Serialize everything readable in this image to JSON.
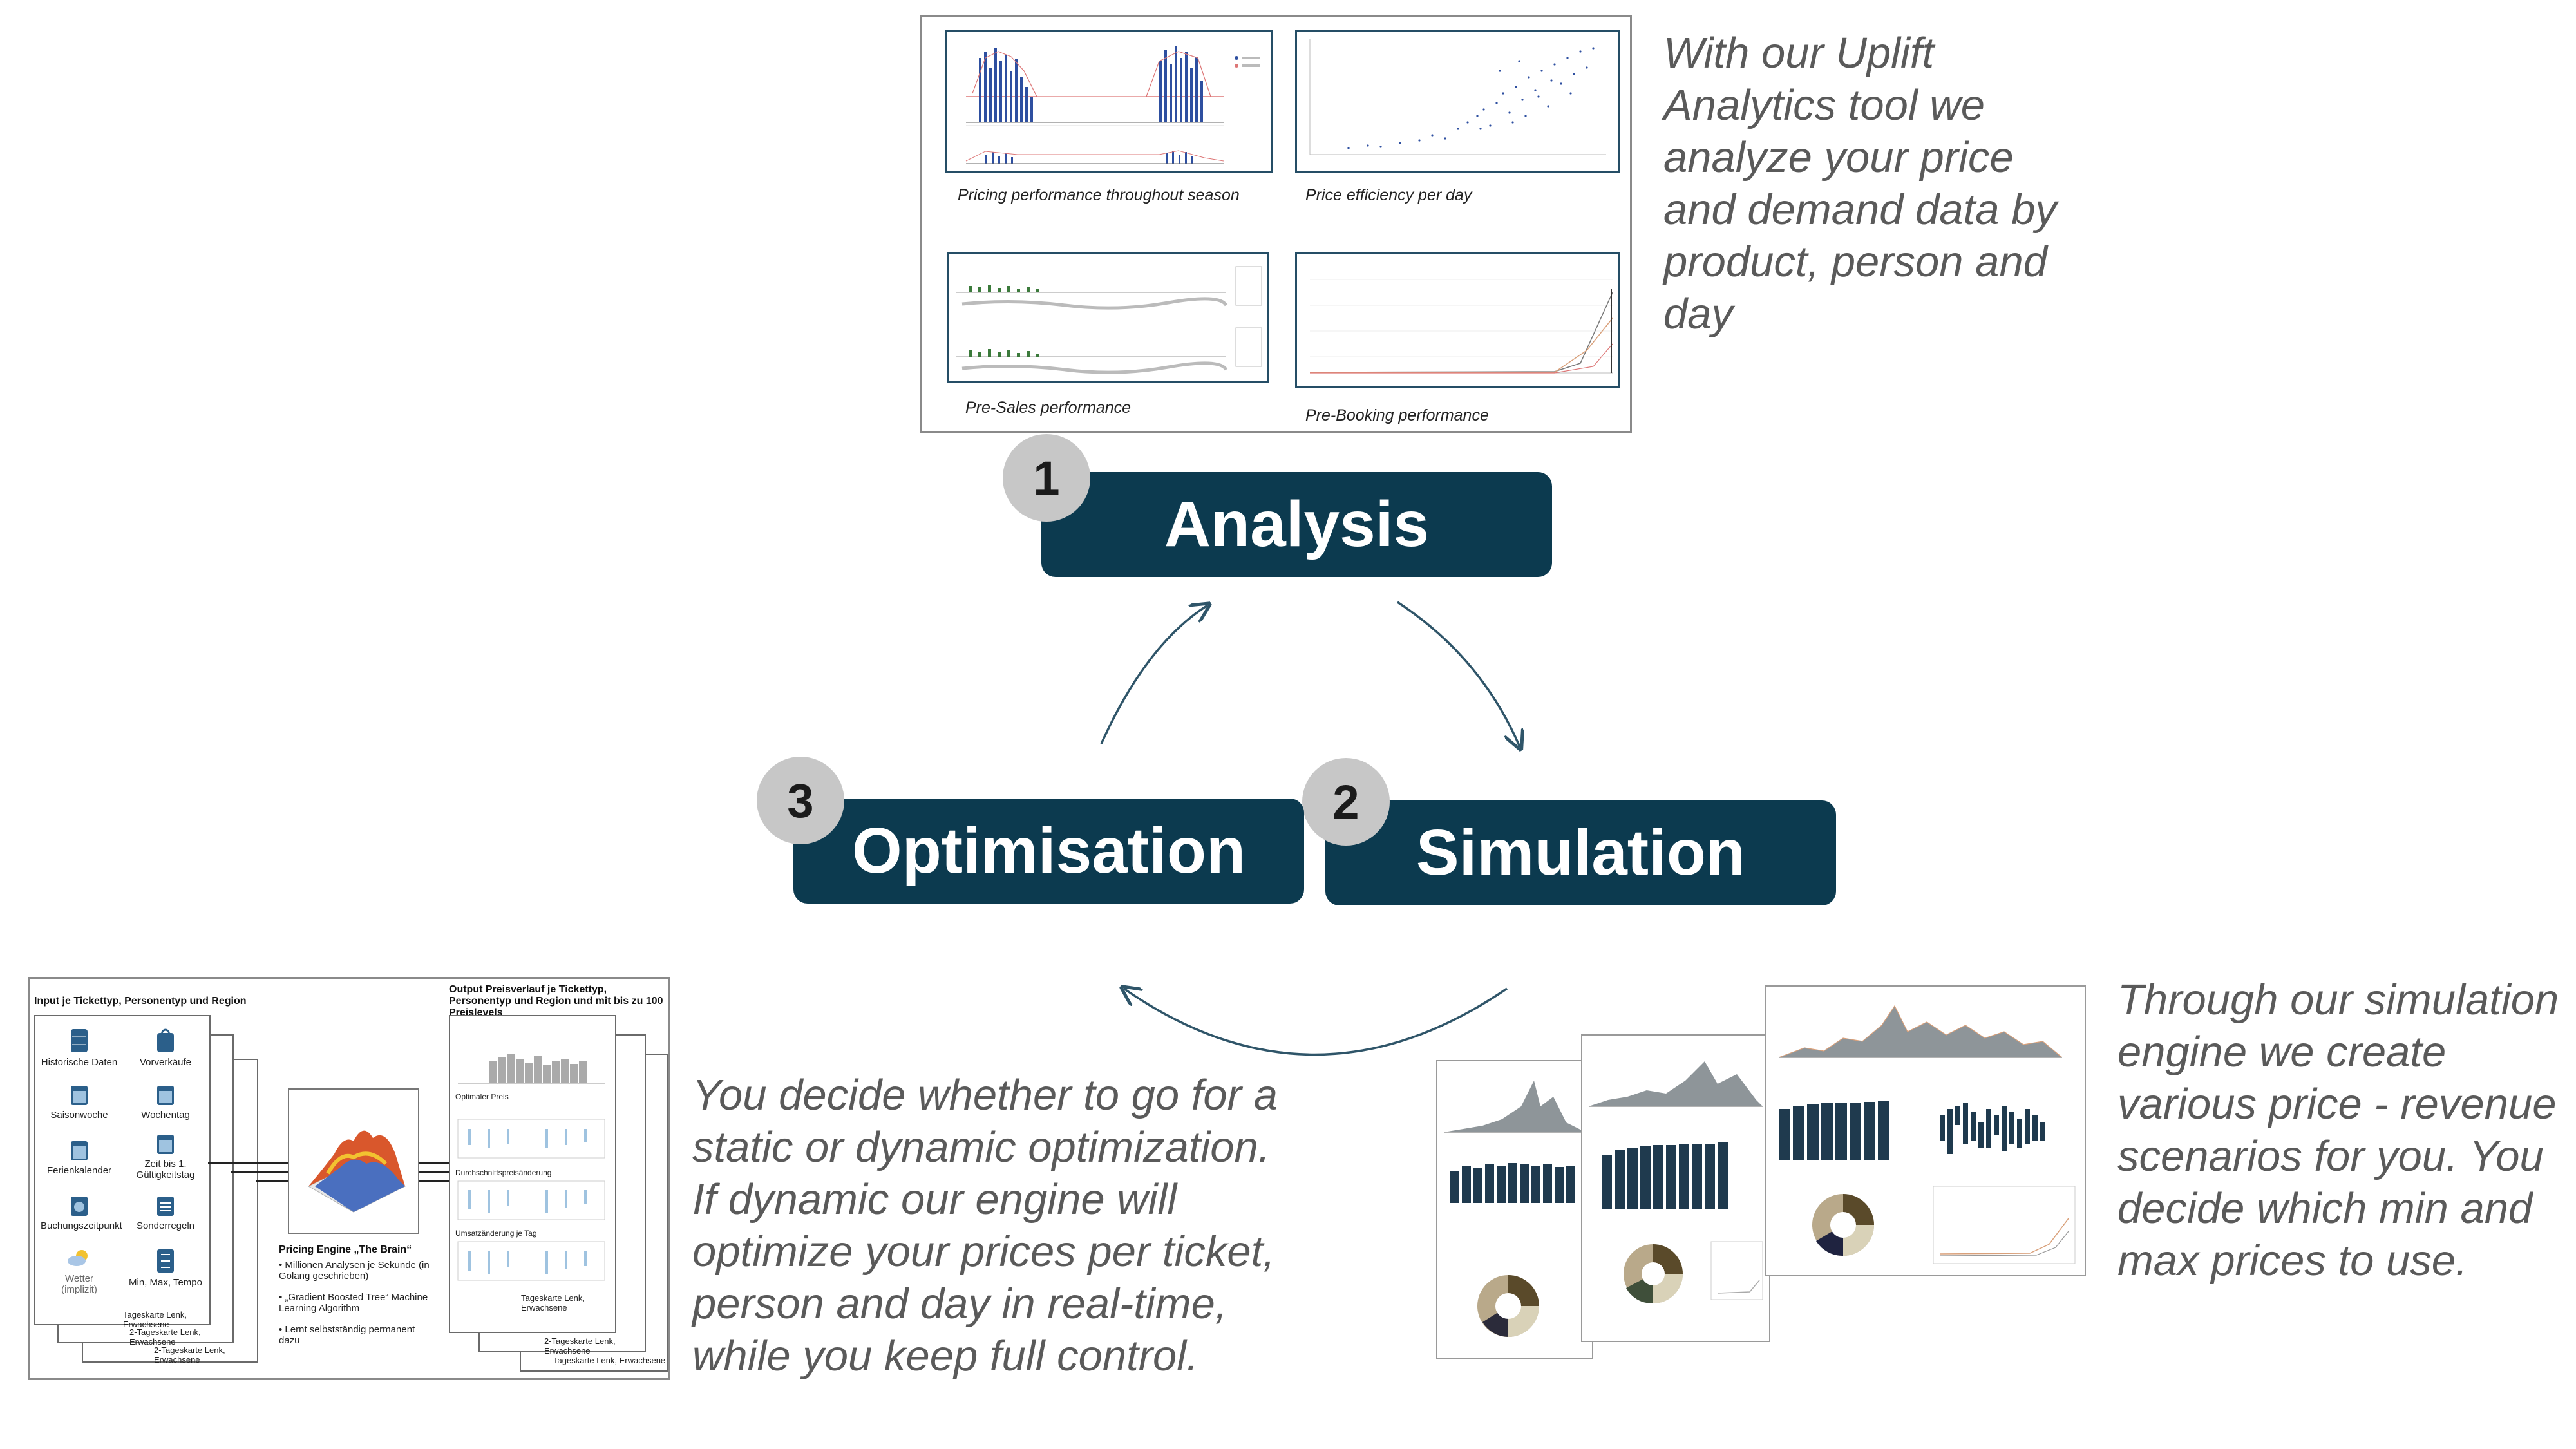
{
  "cycle": {
    "analysis": {
      "number": "1",
      "label": "Analysis"
    },
    "simulation": {
      "number": "2",
      "label": "Simulation"
    },
    "optimisation": {
      "number": "3",
      "label": "Optimisation"
    }
  },
  "descriptions": {
    "analysis": [
      "With our Uplift",
      "Analytics tool we",
      "analyze your price",
      "and demand data by",
      "product, person and",
      "day"
    ],
    "simulation": [
      "Through our simulation",
      "engine we create",
      "various price - revenue",
      "scenarios for you. You",
      "decide which min and",
      "max prices to use."
    ],
    "optimisation": [
      "You decide whether to go for a",
      "static or dynamic optimization.",
      "If dynamic our engine will",
      "optimize your prices per ticket,",
      "person and day in real-time,",
      "while you keep full control."
    ]
  },
  "analysis_panel": {
    "captions": {
      "season": "Pricing performance throughout season",
      "efficiency": "Price efficiency per day",
      "presales": "Pre-Sales performance",
      "prebooking": "Pre-Booking performance"
    }
  },
  "optimisation_panel": {
    "input_title": "Input je Tickettyp, Personentyp und Region",
    "input_items": [
      {
        "label": "Historische Daten",
        "icon": "database-icon"
      },
      {
        "label": "Vorverkäufe",
        "icon": "bag-icon"
      },
      {
        "label": "Saisonwoche",
        "icon": "calendar-icon"
      },
      {
        "label": "Wochentag",
        "icon": "calendar-icon"
      },
      {
        "label": "Ferienkalender",
        "icon": "calendar-icon"
      },
      {
        "label": "Zeit bis 1. Gültigkeitstag",
        "icon": "calendar-icon"
      },
      {
        "label": "Buchungszeitpunkt",
        "icon": "clock-icon"
      },
      {
        "label": "Sonderregeln",
        "icon": "rules-icon"
      },
      {
        "label": "Wetter (implizit)",
        "icon": "weather-icon"
      },
      {
        "label": "Min, Max, Tempo",
        "icon": "sliders-icon"
      }
    ],
    "sheet_footer": "2-Tageskarte Lenk, Erwachsene",
    "sheet_footer_back": "Tageskarte Lenk, Erwachsene",
    "engine_title": "Pricing Engine „The Brain“",
    "engine_bullets": [
      "Millionen Analysen je Sekunde (in Golang geschrieben)",
      "„Gradient Boosted Tree“ Machine Learning Algorithm",
      "Lernt selbstständig permanent dazu"
    ],
    "output_title": "Output Preisverlauf je Tickettyp, Personentyp und Region und mit bis zu 100 Preislevels",
    "output_rows": [
      "Optimaler Preis",
      "Durchschnittspreisänderung",
      "Umsatzänderung je Tag"
    ]
  },
  "colors": {
    "pill": "#0c3a4f",
    "badge": "#c7c7c7",
    "arrow": "#2f5569",
    "bars": "#1f3a4e",
    "area": "#8e9599"
  }
}
